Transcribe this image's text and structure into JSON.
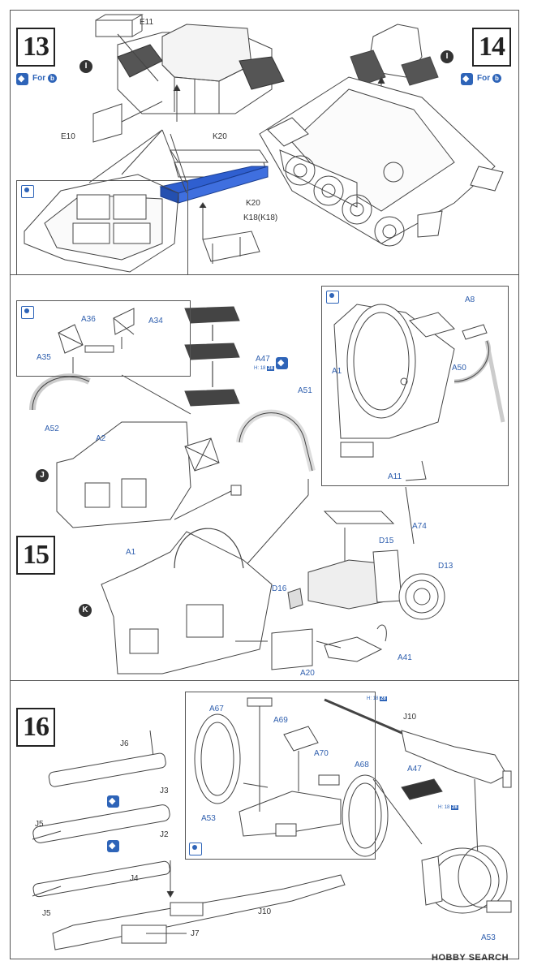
{
  "steps": {
    "s13": "13",
    "s14": "14",
    "s15": "15",
    "s16": "16"
  },
  "markers": {
    "I": "I",
    "I2": "I",
    "J": "J",
    "K": "K"
  },
  "for_label": "For",
  "variant_letter": "b",
  "parts": {
    "E11": "E11",
    "E10": "E10",
    "K20a": "K20",
    "K20b": "K20",
    "K18": "K18(K18)",
    "A36": "A36",
    "A34": "A34",
    "A35": "A35",
    "A47a": "A47",
    "A52": "A52",
    "A2": "A2",
    "A51": "A51",
    "A8": "A8",
    "A1a": "A1",
    "A50": "A50",
    "A11": "A11",
    "A74": "A74",
    "D15": "D15",
    "D13": "D13",
    "A1b": "A1",
    "D16": "D16",
    "A41": "A41",
    "A20": "A20",
    "J6": "J6",
    "J3": "J3",
    "J2": "J2",
    "J5a": "J5",
    "J4": "J4",
    "J5b": "J5",
    "J10a": "J10",
    "J7": "J7",
    "A67": "A67",
    "A69": "A69",
    "A70": "A70",
    "A68": "A68",
    "A53a": "A53",
    "J10b": "J10",
    "A47b": "A47",
    "A53b": "A53"
  },
  "color_codes": {
    "c1_prefix": "H",
    "c1_a": "18",
    "c1_b": "28",
    "c2_prefix": "H",
    "c2_a": "18",
    "c2_b": "28",
    "c3_prefix": "H",
    "c3_a": "18",
    "c3_b": "28"
  },
  "watermark": "HOBBY SEARCH",
  "colors": {
    "accent": "#2e64b8",
    "highlight_part": "#2f5fd0",
    "line": "#444444"
  }
}
